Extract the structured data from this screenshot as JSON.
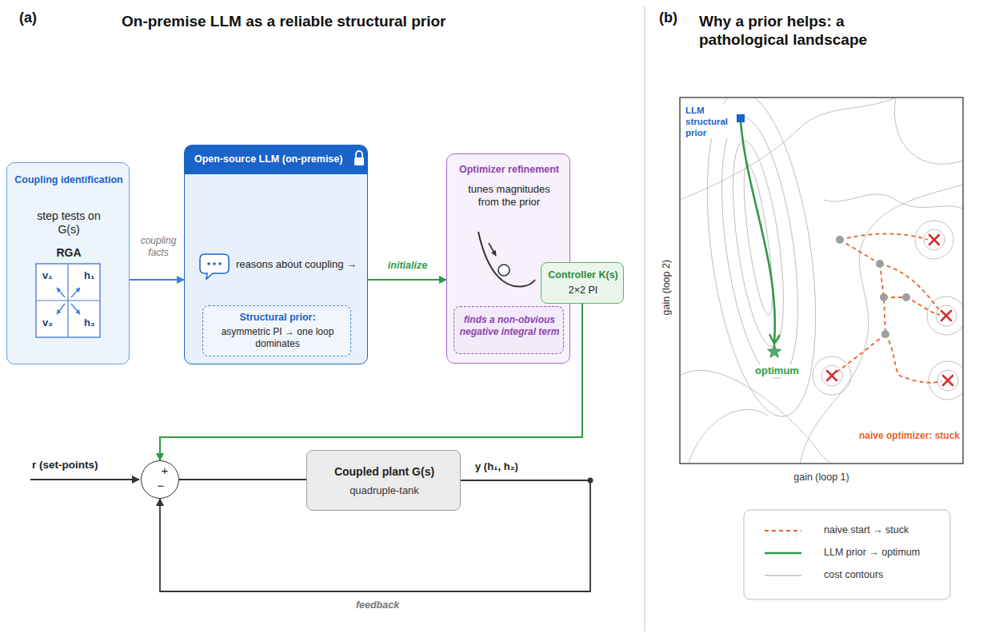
{
  "diagram": {
    "nodes": [
      {
        "text": [
          "Coupling identification",
          "step tests on G(s)",
          "RGA"
        ]
      },
      {
        "text": [
          "Open-source LLM (on-premise)",
          "reasons about coupling →"
        ]
      },
      {
        "text": [
          "Structural prior:",
          "asymmetric PI → one loop dominates"
        ],
        "in": 1
      },
      {
        "text": [
          "Optimizer refinement",
          "tunes magnitudes from the prior"
        ]
      },
      {
        "text": [
          "finds a non-obvious negative integral term"
        ],
        "in": 3
      },
      {
        "text": [
          "Controller K(s)",
          "2×2 PI"
        ]
      },
      {
        "text": [
          "+",
          "−"
        ]
      },
      {
        "text": [
          "Coupled plant G(s)",
          "quadruple-tank"
        ]
      }
    ],
    "edges": [
      {
        "from": 0,
        "to": 1,
        "label": "coupling facts",
        "arrow": "to"
      },
      {
        "from": 1,
        "to": 3,
        "label": "initialize",
        "arrow": "to"
      },
      {
        "from": 5,
        "to": 6,
        "arrow": "to"
      },
      {
        "from": 6,
        "to": 7,
        "arrow": "none"
      },
      {
        "from": 7,
        "to": 6,
        "label": "feedback",
        "arrow": "to"
      }
    ],
    "labels": [
      "(a)",
      "On-premise LLM as a reliable structural prior",
      "(b)",
      "Why a prior helps: a pathological landscape",
      "v₁",
      "h₁",
      "v₂",
      "h₂",
      "r (set-points)",
      "y (h₁, h₂)",
      "LLM structural prior",
      "optimum",
      "naive optimizer: stuck",
      "gain (loop 1)",
      "gain (loop 2)"
    ],
    "legend": [
      {
        "text": "naive start → stuck"
      },
      {
        "text": "LLM prior → optimum"
      },
      {
        "text": "cost contours"
      }
    ]
  }
}
